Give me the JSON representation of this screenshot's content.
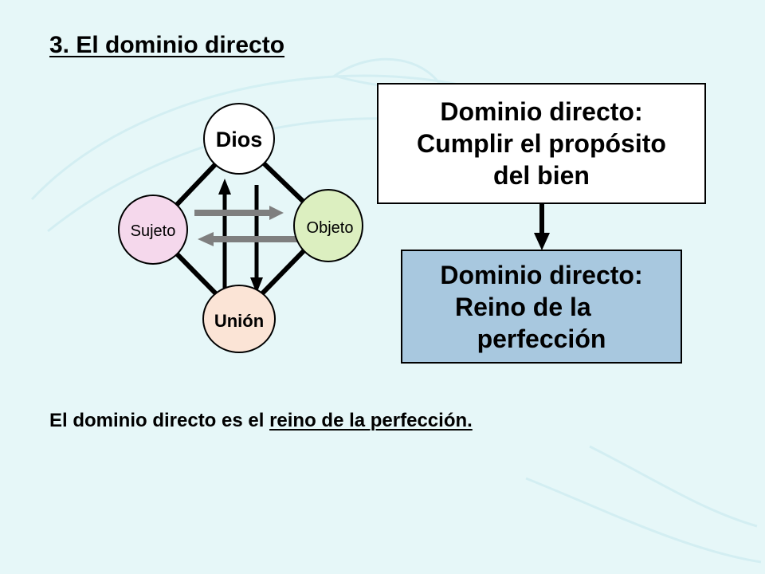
{
  "title": "3. El dominio directo",
  "diagram": {
    "nodes": {
      "top": "Dios",
      "left": "Sujeto",
      "right": "Objeto",
      "bottom": "Unión"
    },
    "colors": {
      "top": "#ffffff",
      "left": "#f5d8ec",
      "right": "#dcefc0",
      "bottom": "#fbe4d6",
      "arrow_gray": "#7f7f7f"
    }
  },
  "box_top": {
    "line1": "Dominio directo:",
    "line2": "Cumplir el propósito",
    "line3": "del bien"
  },
  "box_bottom": {
    "line1": "Dominio directo:",
    "line2": "Reino de la",
    "line3": "perfección",
    "fill": "#a8c8df"
  },
  "footer": {
    "part1": "El dominio directo es el ",
    "part2": "reino de la perfección."
  }
}
